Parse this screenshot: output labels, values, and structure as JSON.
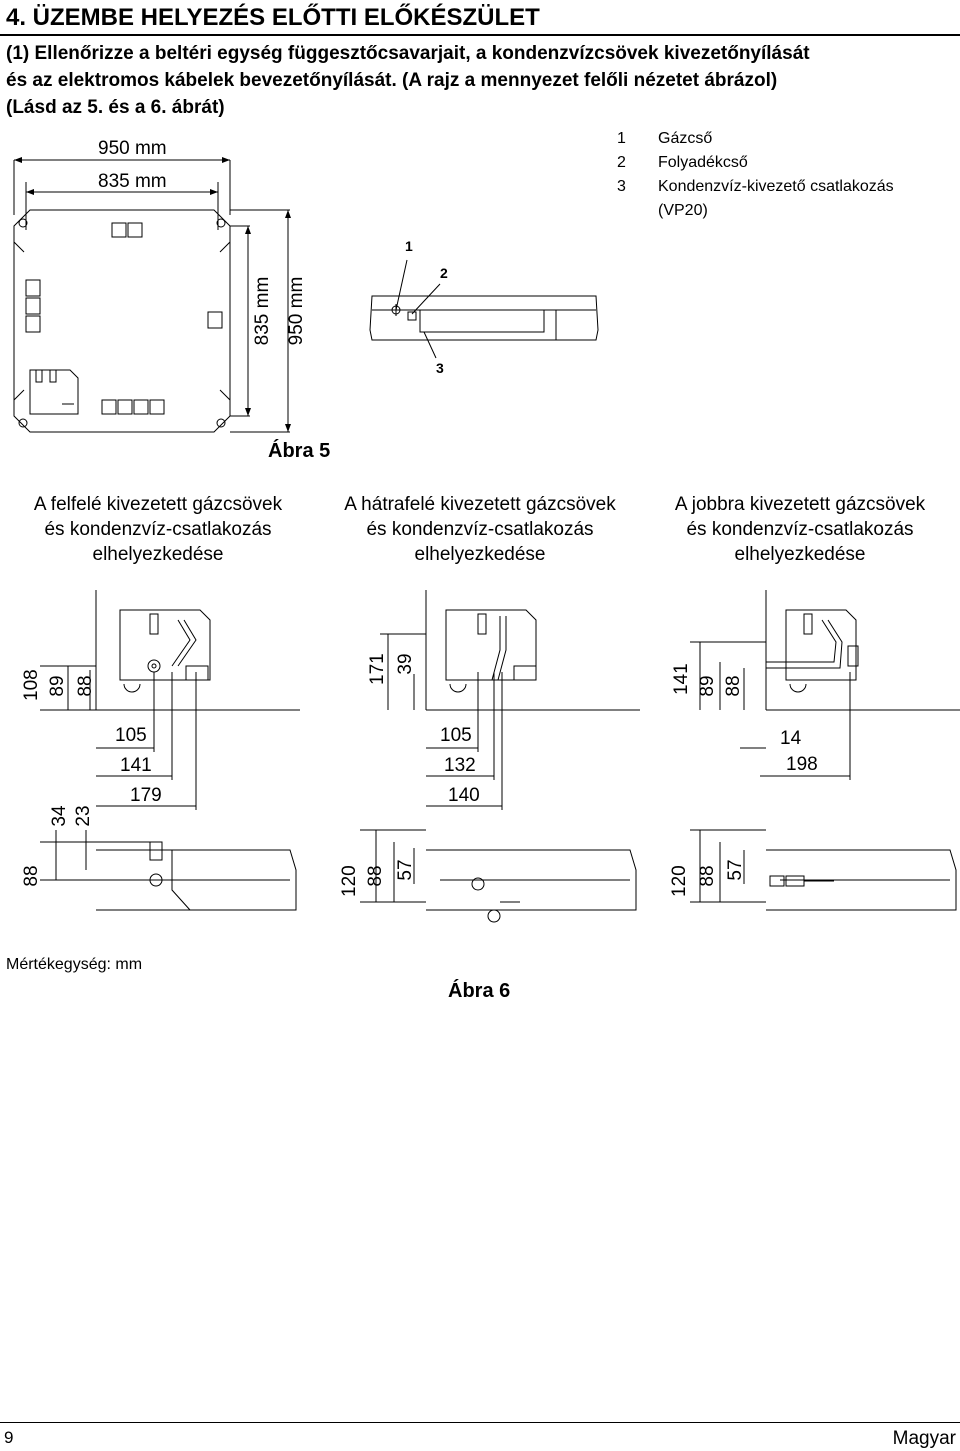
{
  "heading": "4.  ÜZEMBE HELYEZÉS ELŐTTI ELŐKÉSZÜLET",
  "intro": {
    "line1": "(1) Ellenőrizze a beltéri egység függesztőcsavarjait, a kondenzvízcsövek kivezetőnyílását",
    "line2": "és az elektromos kábelek bevezetőnyílását. (A rajz a mennyezet felőli nézetet ábrázol)",
    "line3": "(Lásd az 5. és a 6. ábrát)"
  },
  "legend": [
    {
      "num": "1",
      "text": "Gázcső"
    },
    {
      "num": "2",
      "text": "Folyadékcső"
    },
    {
      "num": "3",
      "text": "Kondenzvíz-kivezető csatlakozás"
    },
    {
      "num": "",
      "text": "(VP20)"
    }
  ],
  "fig5": {
    "dim_950_top": "950 mm",
    "dim_835_top": "835 mm",
    "dim_835_side": "835 mm",
    "dim_950_side": "950 mm",
    "callout1": "1",
    "callout2": "2",
    "callout3": "3",
    "caption": "Ábra 5"
  },
  "fig6": {
    "columns": [
      {
        "l1": "A felfelé kivezetett gázcsövek",
        "l2": "és kondenzvíz-csatlakozás",
        "l3": "elhelyezkedése"
      },
      {
        "l1": "A hátrafelé kivezetett gázcsövek",
        "l2": "és kondenzvíz-csatlakozás",
        "l3": "elhelyezkedése"
      },
      {
        "l1": "A jobbra kivezetett gázcsövek",
        "l2": "és kondenzvíz-csatlakozás",
        "l3": "elhelyezkedése"
      }
    ],
    "left": {
      "v108": "108",
      "v89": "89",
      "v88": "88",
      "h105": "105",
      "h141": "141",
      "h179": "179",
      "v34": "34",
      "v23": "23",
      "v88b": "88"
    },
    "mid": {
      "v171": "171",
      "v39": "39",
      "h105": "105",
      "h132": "132",
      "h140": "140",
      "v120": "120",
      "v88": "88",
      "v57": "57"
    },
    "right": {
      "v141": "141",
      "v89": "89",
      "v88": "88",
      "h14": "14",
      "h198": "198",
      "v120": "120",
      "v57": "57"
    },
    "caption": "Ábra 6"
  },
  "unit_note": "Mértékegység: mm",
  "footer": {
    "page": "9",
    "language": "Magyar"
  }
}
